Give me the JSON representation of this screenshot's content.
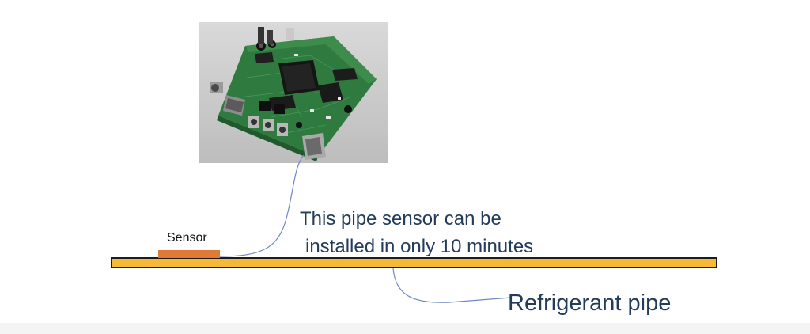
{
  "sensor_label": "Sensor",
  "caption": {
    "line1": "This pipe sensor can be",
    "line2": "installed in only 10 minutes"
  },
  "pipe_label": "Refrigerant pipe",
  "photo": {
    "subject": "circuit-board-photo"
  },
  "colors": {
    "pipe_fill": "#f5b935",
    "pipe_border": "#1c1c1c",
    "sensor_fill": "#e07a34",
    "connector_line": "#6f86c4",
    "caption_text": "#223c5a",
    "board_green": "#2f7a3f"
  }
}
